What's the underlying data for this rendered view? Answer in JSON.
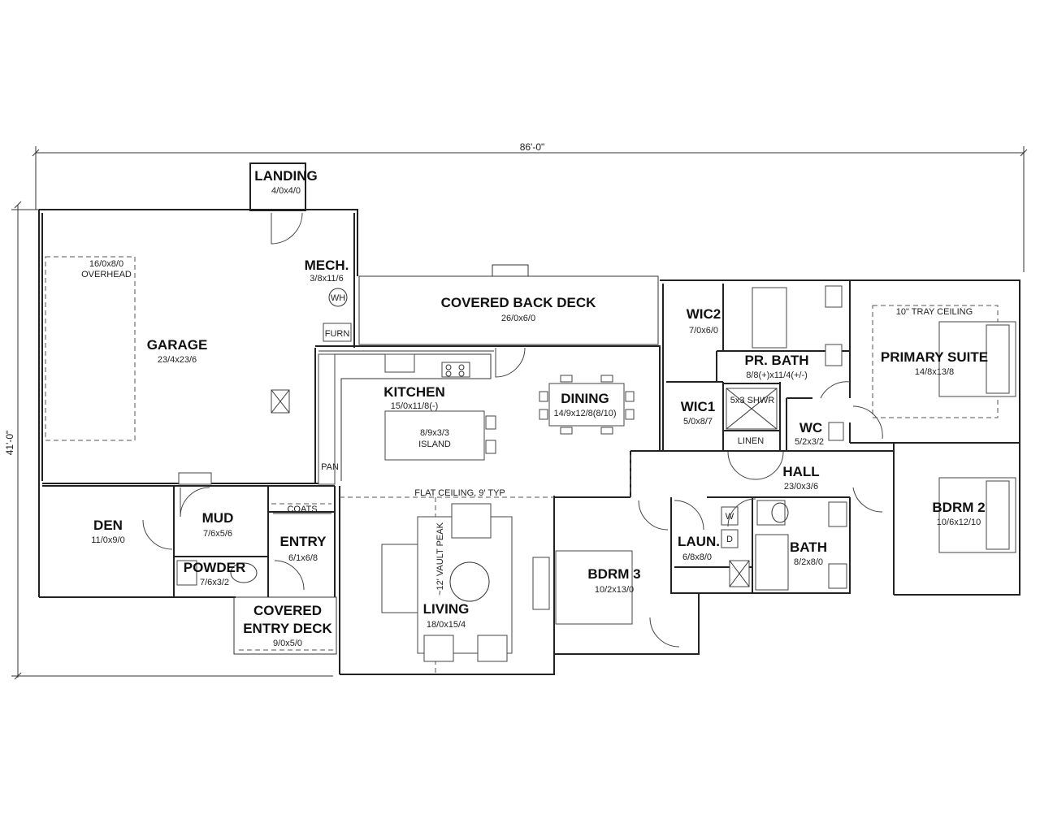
{
  "overall": {
    "width": "86'-0\"",
    "depth": "41'-0\""
  },
  "rooms": {
    "landing": {
      "name": "LANDING",
      "size": "4/0x4/0"
    },
    "mech": {
      "name": "MECH.",
      "size": "3/8x11/6"
    },
    "wh": "WH",
    "furn": "FURN",
    "overhead": {
      "size": "16/0x8/0",
      "label": "OVERHEAD"
    },
    "garage": {
      "name": "GARAGE",
      "size": "23/4x23/6"
    },
    "back_deck": {
      "name": "COVERED BACK DECK",
      "size": "26/0x6/0"
    },
    "kitchen": {
      "name": "KITCHEN",
      "size": "15/0x11/8(-)"
    },
    "island": {
      "size": "8/9x3/3",
      "label": "ISLAND"
    },
    "pan": "PAN",
    "dining": {
      "name": "DINING",
      "size": "14/9x12/8(8/10)"
    },
    "wic2": {
      "name": "WIC2",
      "size": "7/0x6/0"
    },
    "wic1": {
      "name": "WIC1",
      "size": "5/0x8/7"
    },
    "pr_bath": {
      "name": "PR. BATH",
      "size": "8/8(+)x11/4(+/-)"
    },
    "shower": "5x3 SHWR",
    "linen": "LINEN",
    "wc": {
      "name": "WC",
      "size": "5/2x3/2"
    },
    "primary": {
      "name": "PRIMARY SUITE",
      "size": "14/8x13/8",
      "ceiling": "10\" TRAY CEILING"
    },
    "hall": {
      "name": "HALL",
      "size": "23/0x3/6"
    },
    "bdrm2": {
      "name": "BDRM 2",
      "size": "10/6x12/10"
    },
    "den": {
      "name": "DEN",
      "size": "11/0x9/0"
    },
    "mud": {
      "name": "MUD",
      "size": "7/6x5/6"
    },
    "powder": {
      "name": "POWDER",
      "size": "7/6x3/2"
    },
    "coats": "COATS",
    "entry": {
      "name": "ENTRY",
      "size": "6/1x6/8"
    },
    "flat_ceiling": "FLAT CEILING, 9' TYP",
    "vault": "~12' VAULT PEAK",
    "living": {
      "name": "LIVING",
      "size": "18/0x15/4"
    },
    "bdrm3": {
      "name": "BDRM 3",
      "size": "10/2x13/0"
    },
    "laun": {
      "name": "LAUN.",
      "size": "6/8x8/0"
    },
    "washer": "W",
    "dryer": "D",
    "bath": {
      "name": "BATH",
      "size": "8/2x8/0"
    },
    "entry_deck": {
      "name_line1": "COVERED",
      "name_line2": "ENTRY DECK",
      "size": "9/0x5/0"
    }
  }
}
